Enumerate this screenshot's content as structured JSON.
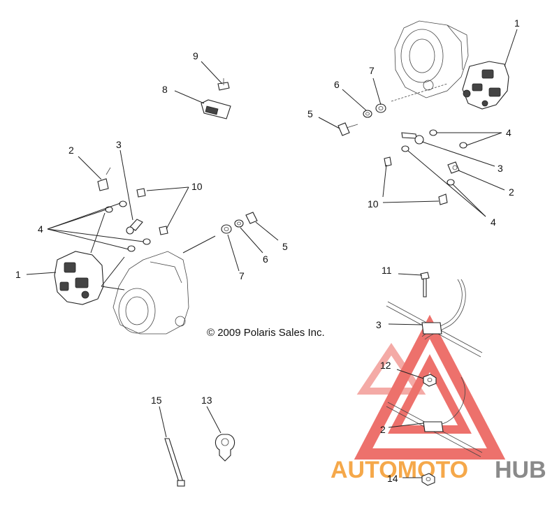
{
  "copyright": "© 2009 Polaris Sales Inc.",
  "watermark": {
    "brand_orange": "AUTOMOTO",
    "brand_gray": "HUB",
    "colors": {
      "orange": "#f5a84a",
      "gray": "#8a8a8a",
      "red": "#e8423b"
    }
  },
  "callouts": {
    "left_1": "1",
    "left_2": "2",
    "left_3": "3",
    "left_4": "4",
    "left_10": "10",
    "left_5": "5",
    "left_6": "6",
    "left_7": "7",
    "top_8": "8",
    "top_9": "9",
    "right_1": "1",
    "right_7": "7",
    "right_6": "6",
    "right_5": "5",
    "right_4a": "4",
    "right_3": "3",
    "right_2": "2",
    "right_10": "10",
    "right_4b": "4",
    "br_11": "11",
    "br_3": "3",
    "br_12": "12",
    "br_2": "2",
    "br_14": "14",
    "bl_15": "15",
    "bl_13": "13"
  }
}
